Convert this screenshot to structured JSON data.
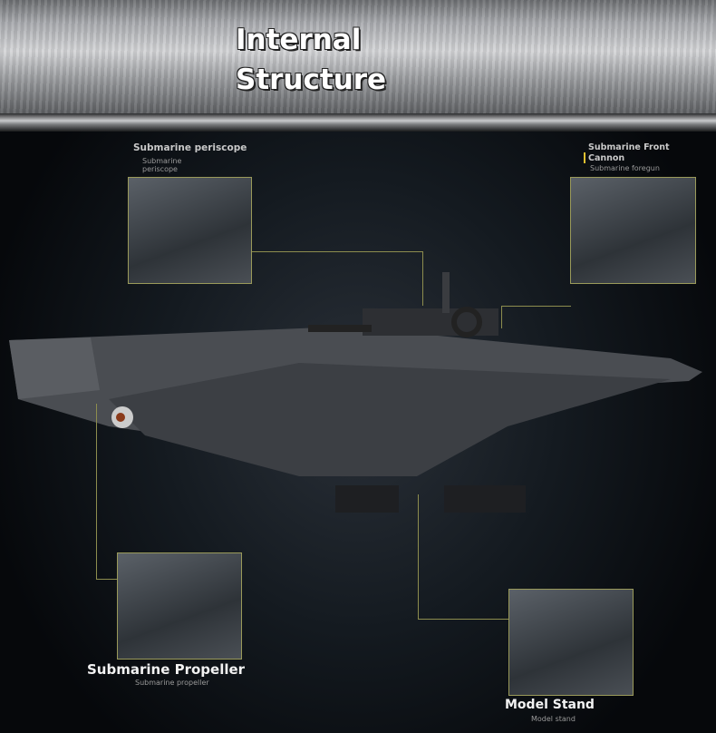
{
  "header": {
    "title_line1": "Internal",
    "title_line2": "Structure"
  },
  "callouts": {
    "periscope": {
      "title": "Submarine periscope",
      "subtitle": "Submarine periscope"
    },
    "front_cannon": {
      "title_line1": "Submarine Front",
      "title_line2": "Cannon",
      "subtitle": "Submarine foregun"
    },
    "propeller": {
      "title": "Submarine Propeller",
      "subtitle": "Submarine propeller"
    },
    "stand": {
      "title": "Model Stand",
      "subtitle": "Model stand"
    }
  },
  "colors": {
    "accent": "#9a9a5a",
    "hull": "#4a4d52"
  }
}
